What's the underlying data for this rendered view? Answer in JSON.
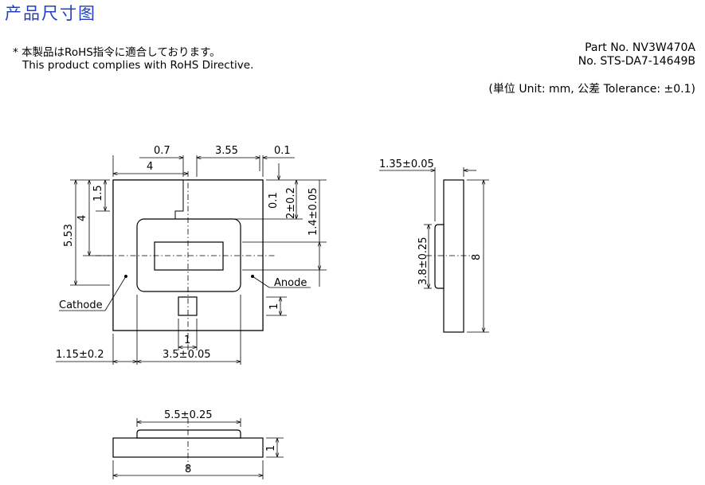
{
  "header": {
    "title": "产品尺寸图",
    "rohs_line1": "* 本製品はRoHS指令に適合しております。",
    "rohs_line2": "This product complies with RoHS Directive.",
    "part_no": "Part No. NV3W470A",
    "doc_no": "No. STS-DA7-14649B",
    "units": "(単位 Unit: mm,  公差 Tolerance: ±0.1)"
  },
  "top_view": {
    "dim_0_7": "0.7",
    "dim_3_55": "3.55",
    "dim_0_1_top": "0.1",
    "dim_4_horizontal": "4",
    "dim_1_5": "1.5",
    "dim_4_vertical": "4",
    "dim_5_53": "5.53",
    "dim_0_1_right": "0.1",
    "dim_2_0_2": "2±0.2",
    "dim_1_4": "1.4±0.05",
    "dim_1_vertical": "1",
    "dim_1_horizontal": "1",
    "dim_1_15": "1.15±0.2",
    "dim_3_5": "3.5±0.05",
    "label_cathode": "Cathode",
    "label_anode": "Anode"
  },
  "side_view": {
    "dim_1_35": "1.35±0.05",
    "dim_3_8": "3.8±0.25",
    "dim_8": "8"
  },
  "bottom_view": {
    "dim_5_5": "5.5±0.25",
    "dim_8": "8",
    "dim_1": "1"
  }
}
